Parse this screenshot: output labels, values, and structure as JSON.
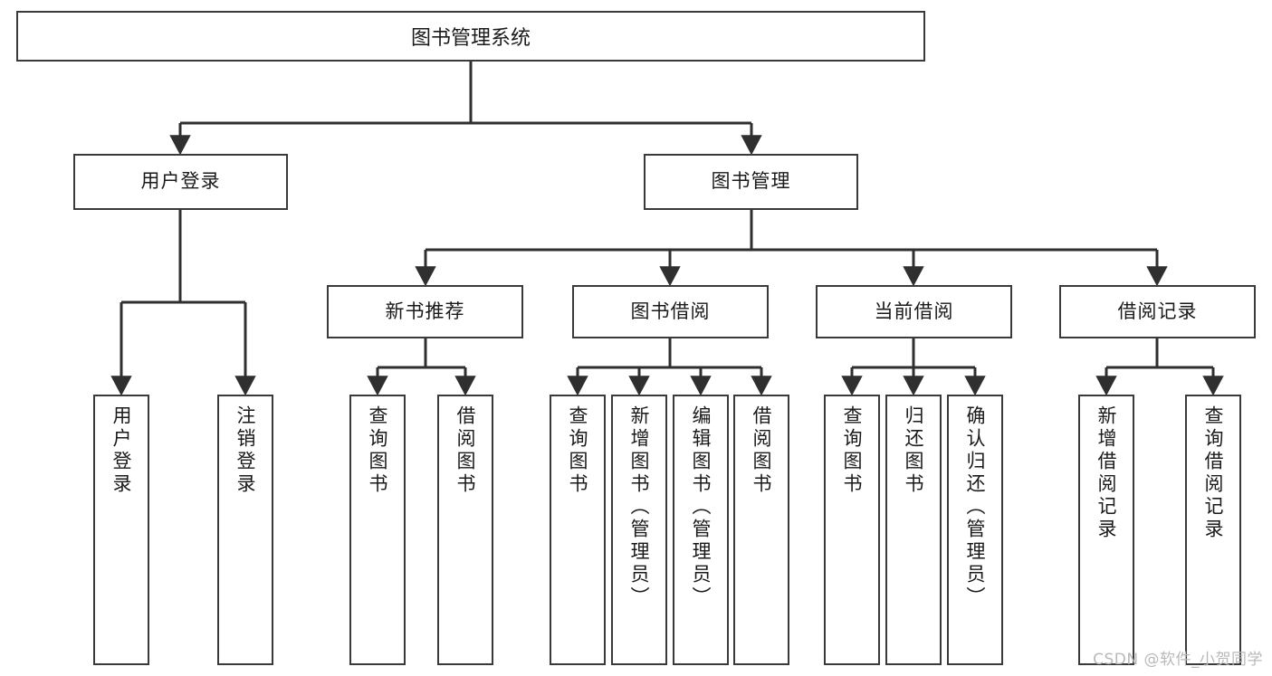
{
  "diagram": {
    "title": "图书管理系统",
    "type": "tree-hierarchy",
    "watermark": "CSDN @软件_小贺同学",
    "colors": {
      "box_border": "#3a3a3a",
      "box_fill": "#ffffff",
      "edge": "#2f2f2f",
      "text": "#1a1a1a",
      "watermark": "#b9b9b9"
    },
    "root": {
      "label": "图书管理系统"
    },
    "level2": [
      {
        "label": "用户登录"
      },
      {
        "label": "图书管理"
      }
    ],
    "level3": [
      {
        "label": "新书推荐"
      },
      {
        "label": "图书借阅"
      },
      {
        "label": "当前借阅"
      },
      {
        "label": "借阅记录"
      }
    ],
    "leaves": [
      {
        "label": "用户登录"
      },
      {
        "label": "注销登录"
      },
      {
        "label": "查询图书"
      },
      {
        "label": "借阅图书"
      },
      {
        "label": "查询图书"
      },
      {
        "label": "新增图书（管理员）"
      },
      {
        "label": "编辑图书（管理员）"
      },
      {
        "label": "借阅图书"
      },
      {
        "label": "查询图书"
      },
      {
        "label": "归还图书"
      },
      {
        "label": "确认归还（管理员）"
      },
      {
        "label": "新增借阅记录"
      },
      {
        "label": "查询借阅记录"
      }
    ]
  }
}
